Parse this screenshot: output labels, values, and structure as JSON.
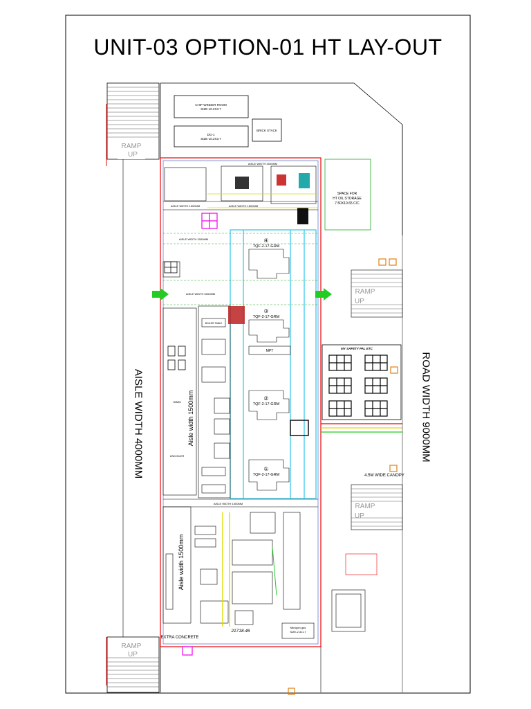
{
  "title": "UNIT-03 OPTION-01 HT LAY-OUT",
  "labels": {
    "aisle_left": "AISLE WIDTH 4000MM",
    "road_right": "ROAD WIDTH 9000MM",
    "ramp": "RAMP",
    "up": "UP",
    "chip_winder": "CHIP WINDER ROOM",
    "chip_winder_size": "SIZE-10.2X3.7",
    "dg": "DG-1",
    "dg_size": "SIZE-10.2X3.7",
    "brick_stack": "BRICK STACK",
    "aisle_top": "AISLE WIDTH 4000MM",
    "ht_oil_1": "SPACE FOR",
    "ht_oil_2": "HT OIL STORAGE",
    "ht_oil_3": "7.50X10.65 C/C",
    "aisle_1600_a": "AISLE WIDTH 1600MM",
    "aisle_1600_b": "AISLE WIDTH 1600MM",
    "aisle_2000": "AISLE WIDTH 2000MM",
    "aisle_6000": "AISLE WIDTH 6000MM",
    "tqf_1": "TQF-2-17-GRM",
    "tqf_2": "TQF-2-17-GRM",
    "tqf_3": "TQF-2-17-GRM",
    "tqf_4": "TQF-2-17-GRM",
    "num_1": "④",
    "num_2": "③",
    "num_3": "②",
    "num_4": "①",
    "mpt": "MPT",
    "aisle_15_a": "Aisle width 1500mm",
    "aisle_15_b": "Aisle width 1500mm",
    "aisle_1500_bottom": "AISLE WIDTH 1500MM",
    "canopy": "4.5M WIDE CANOPY",
    "dimension": "21718.46",
    "extra_concrete": "EXTRA CONCRETE",
    "nitrogen": "Nitrogen gas",
    "nitrogen_size": "SIZE-2.3x1.7",
    "safety_cell": "MY SAFETY PAL ETC",
    "boiler_table": "BOILER TABLE",
    "uncoiler": "UNCOILER",
    "fifty": "50MM"
  }
}
